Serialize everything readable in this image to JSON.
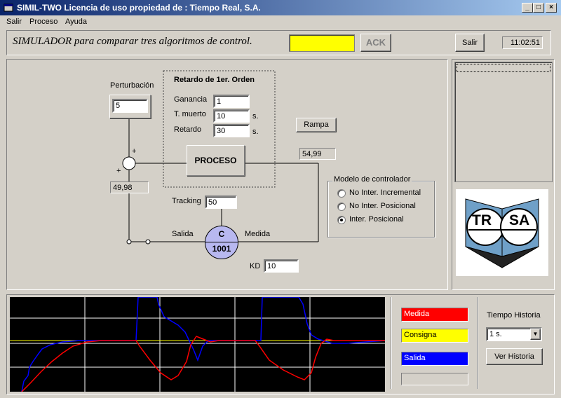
{
  "window": {
    "title": "SIMIL-TWO Licencia de uso propiedad de : Tiempo Real, S.A.",
    "minimize": "_",
    "maximize": "□",
    "close": "×"
  },
  "menu": [
    "Salir",
    "Proceso",
    "Ayuda"
  ],
  "header": {
    "title": "SIMULADOR para comparar tres algoritmos de control.",
    "ack_label": "ACK",
    "salir_label": "Salir",
    "clock": "11:02:51",
    "alarm_color": "#ffff00"
  },
  "diagram": {
    "perturbacion_label": "Perturbación",
    "perturbacion_value": "5",
    "retardo_title": "Retardo de 1er. Orden",
    "ganancia_label": "Ganancia",
    "ganancia_value": "1",
    "tmuerto_label": "T. muerto",
    "tmuerto_value": "10",
    "tmuerto_unit": "s.",
    "retardo_label": "Retardo",
    "retardo_value": "30",
    "retardo_unit": "s.",
    "rampa_label": "Rampa",
    "proceso_label": "PROCESO",
    "output_value": "54,99",
    "sum_value": "49,98",
    "plus_top": "+",
    "plus_left": "+",
    "tracking_label": "Tracking",
    "tracking_value": "50",
    "salida_label": "Salida",
    "medida_label": "Medida",
    "controller_letter": "C",
    "controller_number": "1001",
    "kd_label": "KD",
    "kd_value": "10"
  },
  "modelo": {
    "legend": "Modelo de controlador",
    "options": [
      "No Inter. Incremental",
      "No Inter. Posicional",
      "Inter. Posicional"
    ],
    "selected": 2
  },
  "logo": {
    "left_text": "TR",
    "right_text": "SA"
  },
  "legend": {
    "medida": "Medida",
    "consigna": "Consigna",
    "salida": "Salida",
    "medida_color": "#ff0000",
    "consigna_color": "#ffff00",
    "salida_color": "#0000ff"
  },
  "history": {
    "label": "Tiempo Historia",
    "selected": "1 s.",
    "button": "Ver Historia"
  }
}
